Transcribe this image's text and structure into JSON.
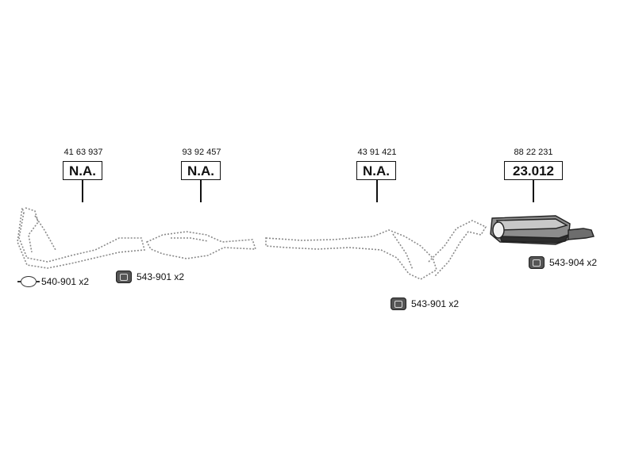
{
  "parts": [
    {
      "oem": "41 63 937",
      "label": "N.A."
    },
    {
      "oem": "93 92 457",
      "label": "N.A."
    },
    {
      "oem": "43 91 421",
      "label": "N.A."
    },
    {
      "oem": "88 22 231",
      "label": "23.012"
    }
  ],
  "accessories": [
    {
      "icon": "gasket-icon",
      "text": "540-901 x2"
    },
    {
      "icon": "clamp-icon",
      "text": "543-901 x2"
    },
    {
      "icon": "clamp-icon",
      "text": "543-901 x2"
    },
    {
      "icon": "clamp-icon",
      "text": "543-904 x2"
    }
  ],
  "colors": {
    "line": "#111111",
    "dotted": "#8a8a8a",
    "muffler": "#444444"
  }
}
